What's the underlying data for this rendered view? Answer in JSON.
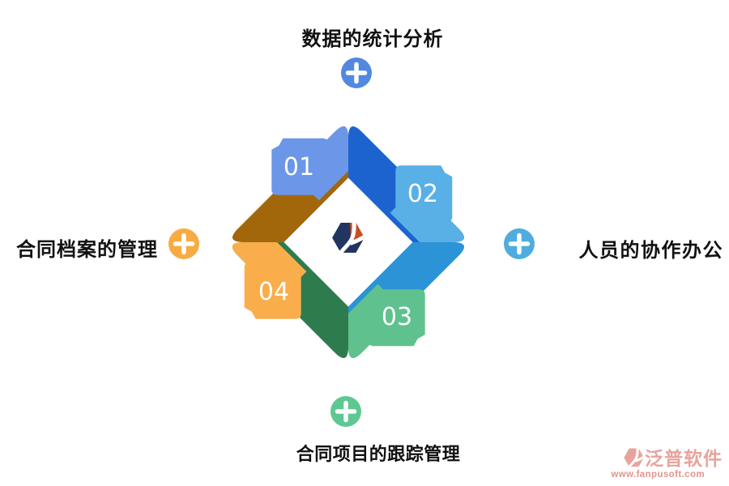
{
  "labels": {
    "top": "数据的统计分析",
    "right": "人员的协作办公",
    "bottom": "合同项目的跟踪管理",
    "left": "合同档案的管理"
  },
  "ribbons": [
    {
      "number": "01",
      "light": "#6c97e8",
      "dark": "#1d63d0"
    },
    {
      "number": "02",
      "light": "#58b0e6",
      "dark": "#2b93d6"
    },
    {
      "number": "03",
      "light": "#5fc28e",
      "dark": "#2e7b4e"
    },
    {
      "number": "04",
      "light": "#f9ae4b",
      "dark": "#a3670b"
    }
  ],
  "plus": {
    "top": "#5288e0",
    "right": "#4facdf",
    "bottom": "#5ec893",
    "left": "#f8ab43"
  },
  "logo": {
    "base": "#223560",
    "accent": "#c94e22"
  },
  "watermark": {
    "brand": "泛普软件",
    "url": "www.fanpusoft.com",
    "color": "#e8a39c",
    "url_color": "#e0968c"
  }
}
